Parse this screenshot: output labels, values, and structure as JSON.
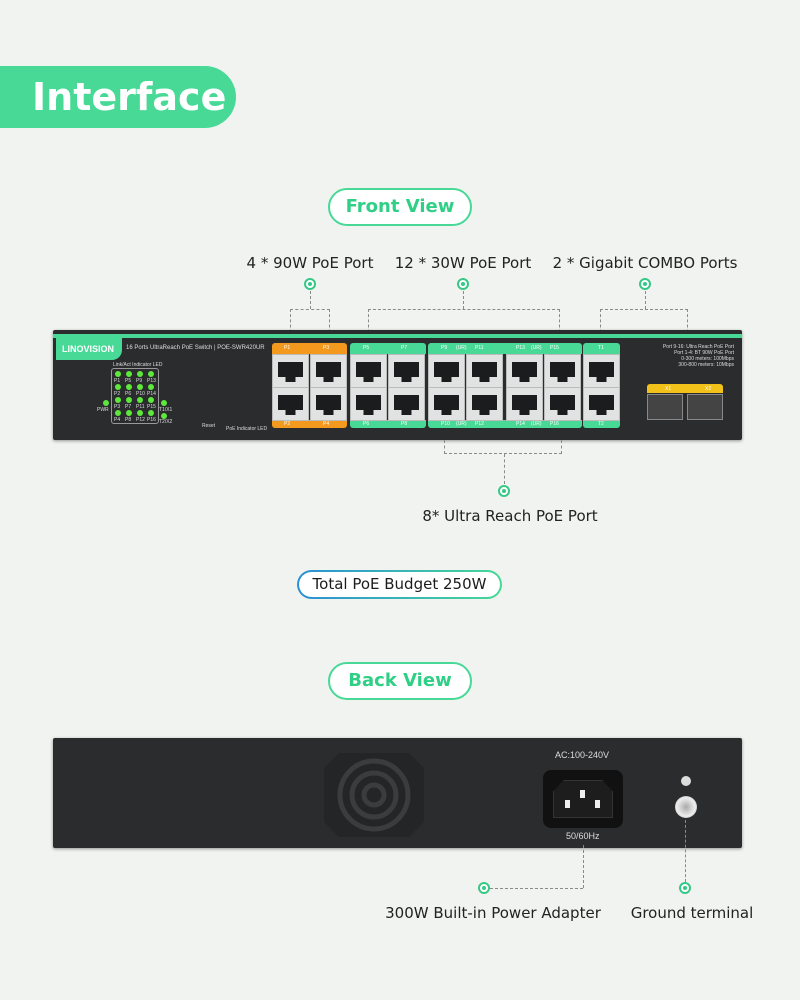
{
  "title": "Interface",
  "front_view": {
    "label": "Front View",
    "callouts": {
      "poe90": "4 * 90W PoE Port",
      "poe30": "12 * 30W PoE Port",
      "combo": "2 * Gigabit COMBO Ports",
      "ultra": "8* Ultra Reach PoE Port"
    },
    "panel": {
      "brand": "LINOVISION",
      "model": "16 Ports UltraReach PoE Switch | POE-SWR420UR",
      "link_led_label": "Link/Act Indicator LED",
      "poe_led_label": "PoE Indicator LED",
      "reset": "Reset",
      "pwr": "PWR",
      "led_labels": [
        "P1",
        "P5",
        "P9",
        "P13",
        "P2",
        "P6",
        "P10",
        "P14",
        "P3",
        "P7",
        "P11",
        "P15",
        "P4",
        "P8",
        "P12",
        "P16"
      ],
      "t1x1": "T1/X1",
      "t2x2": "T2/X2",
      "top_labels": [
        "P1",
        "P3",
        "P5",
        "P7",
        "P9",
        "(UR)",
        "P11",
        "P13",
        "(UR)",
        "P15",
        "T1"
      ],
      "bottom_labels": [
        "P2",
        "P4",
        "P6",
        "P8",
        "P10",
        "(UR)",
        "P12",
        "P14",
        "(UR)",
        "P16",
        "T2"
      ],
      "sfp_labels": [
        "X1",
        "X2"
      ],
      "notes": [
        "Port 9-16: Ultra Reach PoE Port",
        "Port 1-4: BT 90W PoE Port",
        "0-300 meters: 100Mbps",
        "300-800 meters: 10Mbps"
      ],
      "colors": {
        "orange": "#f39a1e",
        "green": "#47d995",
        "sfp": "#f2c21a",
        "led": "#5de83b"
      }
    }
  },
  "budget": "Total PoE Budget 250W",
  "back_view": {
    "label": "Back View",
    "ac": "AC:100-240V",
    "hz": "50/60Hz",
    "callouts": {
      "power": "300W Built-in Power Adapter",
      "ground": "Ground terminal"
    }
  }
}
